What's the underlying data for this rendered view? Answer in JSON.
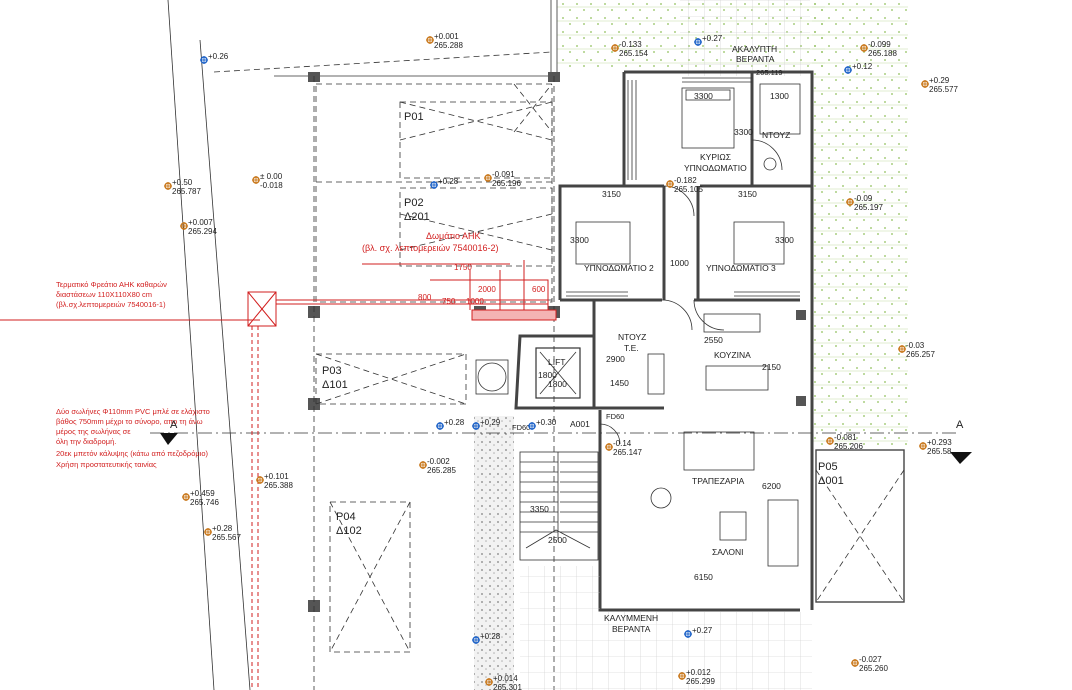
{
  "colors": {
    "ink": "#222222",
    "wall": "#555555",
    "annotation": "#d21f1f",
    "hatch": "#9cc26b",
    "level_blue": "#1e63c8",
    "level_orange": "#c9781c"
  },
  "rooms": {
    "akalypti": [
      "ΑΚΑΛΥΠΤΗ",
      "ΒΕΡΑΝΤΑ"
    ],
    "master": [
      "ΚΥΡΙΩΣ",
      "ΥΠΝΟΔΩΜΑΤΙΟ"
    ],
    "shower": "ΝΤΟΥΖ",
    "bed2": "ΥΠΝΟΔΩΜΑΤΙΟ 2",
    "bed3": "ΥΠΝΟΔΩΜΑΤΙΟ 3",
    "wc": [
      "ΝΤΟΥΖ",
      "Τ.Ε."
    ],
    "kitchen": "ΚΟΥΖΙΝΑ",
    "lift": "LIFT",
    "dining": "ΤΡΑΠΕΖΑΡΙΑ",
    "living": "ΣΑΛΟΝΙ",
    "covered": [
      "ΚΑΛΥΜΜΕΝΗ",
      "ΒΕΡΑΝΤΑ"
    ]
  },
  "parking": {
    "p01": "P01",
    "p02": [
      "P02",
      "Δ201"
    ],
    "p03": [
      "P03",
      "Δ101"
    ],
    "p04": [
      "P04",
      "Δ102"
    ],
    "p05": [
      "P05",
      "Δ001"
    ]
  },
  "dimensions": {
    "d3300a": "3300",
    "d1300": "1300",
    "d3300b": "3300",
    "d3150a": "3150",
    "d3150b": "3150",
    "d3300c": "3300",
    "d3300d": "3300",
    "d1000": "1000",
    "d2550": "2550",
    "d2900": "2900",
    "d2150": "2150",
    "d1800a": "1800",
    "d1800b": "1800",
    "d1450": "1450",
    "d6200": "6200",
    "d3350": "3350",
    "d2500": "2500",
    "d6150": "6150"
  },
  "red_notes": {
    "room_title": "Δωμάτιο ΑΗΚ",
    "room_ref": "(βλ. σχ. λεπτομερειών 7540016-2)",
    "manhole": [
      "Τερματικό Φρεάτιο ΑΗΚ καθαρών",
      "διαστάσεων 110Χ110Χ80 cm",
      "(βλ.σχ.λεπτομερειών 7540016-1)"
    ],
    "pipes": [
      "Δύο σωλήνες Φ110mm PVC μπλέ σε ελάχιστο",
      "βάθος 750mm μέχρι το σύνορο, απο τη άνω",
      "μέρος της σωλήνας σε",
      "όλη την διαδρομή.",
      "20εκ μπετόν κάλυψης (κάτω από πεζοδρόμιο)",
      "Χρήση προστατευτικής ταινίας"
    ],
    "dims": {
      "d1750": "1750",
      "d800": "800",
      "d2000": "2000",
      "d600": "600",
      "d750": "750",
      "d1000": "1000"
    }
  },
  "levels": [
    {
      "a": "+0.001",
      "b": "265.288"
    },
    {
      "a": "+0.27",
      "b": ""
    },
    {
      "a": "-0.133",
      "b": "265.154"
    },
    {
      "a": "-0.099",
      "b": "265.188"
    },
    {
      "a": "+0.12",
      "b": ""
    },
    {
      "a": "+0.26",
      "b": ""
    },
    {
      "a": "+0.29",
      "b": "265.577"
    },
    {
      "a": "± 0.00",
      "b": "-0.018"
    },
    {
      "a": "+0.50",
      "b": "265.787"
    },
    {
      "a": "+0.28",
      "b": ""
    },
    {
      "a": "-0.091",
      "b": "265.196"
    },
    {
      "a": "-0.182",
      "b": "265.105"
    },
    {
      "a": "-0.09",
      "b": "265.197"
    },
    {
      "a": "+0.007",
      "b": "265.294"
    },
    {
      "a": "-0.03",
      "b": "265.257"
    },
    {
      "a": "+0.28",
      "b": ""
    },
    {
      "a": "+0.29",
      "b": ""
    },
    {
      "a": "+0.30",
      "b": ""
    },
    {
      "a": "-0.14",
      "b": "265.147"
    },
    {
      "a": "-0.081",
      "b": "265.206"
    },
    {
      "a": "+0.293",
      "b": "265.58"
    },
    {
      "a": "-0.002",
      "b": "265.285"
    },
    {
      "a": "+0.101",
      "b": "265.388"
    },
    {
      "a": "+0.459",
      "b": "265.746"
    },
    {
      "a": "+0.28",
      "b": "265.567"
    },
    {
      "a": "+0.28",
      "b": ""
    },
    {
      "a": "+0.27",
      "b": ""
    },
    {
      "a": "+0.012",
      "b": "265.299"
    },
    {
      "a": "-0.027",
      "b": "265.260"
    },
    {
      "a": "+0.014",
      "b": "265.301"
    }
  ],
  "misc": {
    "section_a_left": "A",
    "section_a_right": "A",
    "a001": "A001",
    "fd60": "FD60",
    "fd60b": "FD60",
    "level_top": "265.119"
  }
}
